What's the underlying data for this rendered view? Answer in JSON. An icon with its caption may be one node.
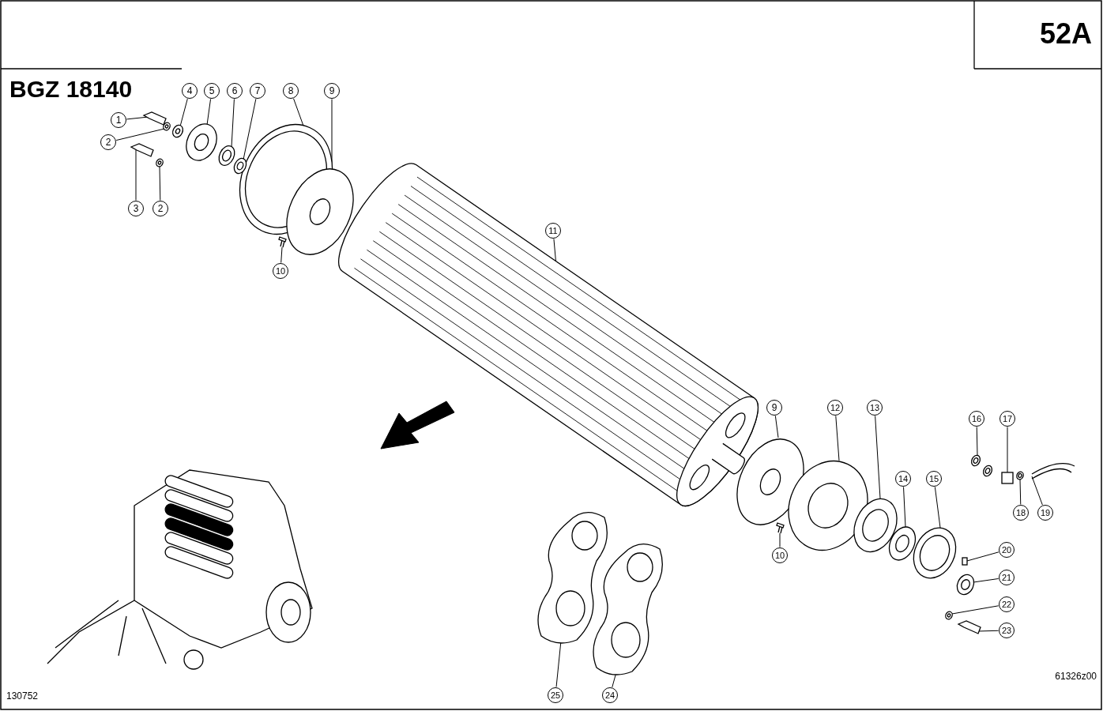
{
  "diagram": {
    "nodes": [
      {
        "text": [
          "1"
        ]
      },
      {
        "text": [
          "2"
        ]
      },
      {
        "text": [
          "3"
        ]
      },
      {
        "text": [
          "2"
        ]
      },
      {
        "text": [
          "4"
        ]
      },
      {
        "text": [
          "5"
        ]
      },
      {
        "text": [
          "6"
        ]
      },
      {
        "text": [
          "7"
        ]
      },
      {
        "text": [
          "8"
        ]
      },
      {
        "text": [
          "9"
        ]
      },
      {
        "text": [
          "10"
        ]
      },
      {
        "text": [
          "11"
        ]
      },
      {
        "text": [
          "9"
        ]
      },
      {
        "text": [
          "12"
        ]
      },
      {
        "text": [
          "13"
        ]
      },
      {
        "text": [
          "14"
        ]
      },
      {
        "text": [
          "15"
        ]
      },
      {
        "text": [
          "16"
        ]
      },
      {
        "text": [
          "17"
        ]
      },
      {
        "text": [
          "18"
        ]
      },
      {
        "text": [
          "19"
        ]
      },
      {
        "text": [
          "10"
        ]
      },
      {
        "text": [
          "20"
        ]
      },
      {
        "text": [
          "21"
        ]
      },
      {
        "text": [
          "22"
        ]
      },
      {
        "text": [
          "23"
        ]
      },
      {
        "text": [
          "25"
        ]
      },
      {
        "text": [
          "24"
        ]
      },
      {
        "text": [],
        "shape": "picture"
      },
      {
        "text": [],
        "shape": "picture"
      },
      {
        "text": [],
        "shape": "picture"
      },
      {
        "text": [],
        "shape": "picture"
      },
      {
        "text": [],
        "shape": "picture"
      },
      {
        "text": [],
        "shape": "picture"
      },
      {
        "text": [],
        "shape": "picture"
      },
      {
        "text": [],
        "shape": "picture"
      },
      {
        "text": [],
        "shape": "picture"
      },
      {
        "text": [],
        "shape": "picture"
      },
      {
        "text": [],
        "shape": "picture"
      },
      {
        "text": [],
        "shape": "picture"
      },
      {
        "text": [],
        "shape": "picture"
      },
      {
        "text": [],
        "shape": "picture"
      },
      {
        "text": [],
        "shape": "picture"
      },
      {
        "text": [],
        "shape": "picture"
      },
      {
        "text": [],
        "shape": "picture"
      },
      {
        "text": [],
        "shape": "picture"
      },
      {
        "text": [],
        "shape": "box"
      },
      {
        "text": [],
        "shape": "picture"
      },
      {
        "text": [],
        "shape": "picture"
      },
      {
        "text": [],
        "shape": "picture"
      },
      {
        "text": [],
        "shape": "box"
      },
      {
        "text": [],
        "shape": "picture"
      },
      {
        "text": [],
        "shape": "picture"
      },
      {
        "text": [],
        "shape": "picture"
      },
      {
        "text": [],
        "shape": "picture"
      },
      {
        "text": [],
        "shape": "picture"
      }
    ],
    "edges": [
      {
        "from": 0,
        "to": 28,
        "arrow": "none"
      },
      {
        "from": 1,
        "to": 29,
        "arrow": "none"
      },
      {
        "from": 2,
        "to": 30,
        "arrow": "none"
      },
      {
        "from": 3,
        "to": 31,
        "arrow": "none"
      },
      {
        "from": 4,
        "to": 32,
        "arrow": "none"
      },
      {
        "from": 5,
        "to": 33,
        "arrow": "none"
      },
      {
        "from": 6,
        "to": 34,
        "arrow": "none"
      },
      {
        "from": 7,
        "to": 35,
        "arrow": "none"
      },
      {
        "from": 8,
        "to": 36,
        "arrow": "none"
      },
      {
        "from": 9,
        "to": 37,
        "arrow": "none"
      },
      {
        "from": 10,
        "to": 38,
        "arrow": "none"
      },
      {
        "from": 11,
        "to": 39,
        "arrow": "none"
      },
      {
        "from": 12,
        "to": 40,
        "arrow": "none"
      },
      {
        "from": 13,
        "to": 41,
        "arrow": "none"
      },
      {
        "from": 14,
        "to": 42,
        "arrow": "none"
      },
      {
        "from": 15,
        "to": 43,
        "arrow": "none"
      },
      {
        "from": 16,
        "to": 44,
        "arrow": "none"
      },
      {
        "from": 17,
        "to": 45,
        "arrow": "none"
      },
      {
        "from": 18,
        "to": 46,
        "arrow": "none"
      },
      {
        "from": 19,
        "to": 47,
        "arrow": "none"
      },
      {
        "from": 20,
        "to": 48,
        "arrow": "none"
      },
      {
        "from": 21,
        "to": 49,
        "arrow": "none"
      },
      {
        "from": 22,
        "to": 50,
        "arrow": "none"
      },
      {
        "from": 23,
        "to": 51,
        "arrow": "none"
      },
      {
        "from": 24,
        "to": 52,
        "arrow": "none"
      },
      {
        "from": 25,
        "to": 53,
        "arrow": "none"
      },
      {
        "from": 26,
        "to": 54,
        "arrow": "none"
      },
      {
        "from": 27,
        "to": 55,
        "arrow": "none"
      }
    ],
    "labels": [
      "52A",
      "BGZ 18140",
      "130752",
      "61326z00"
    ]
  }
}
